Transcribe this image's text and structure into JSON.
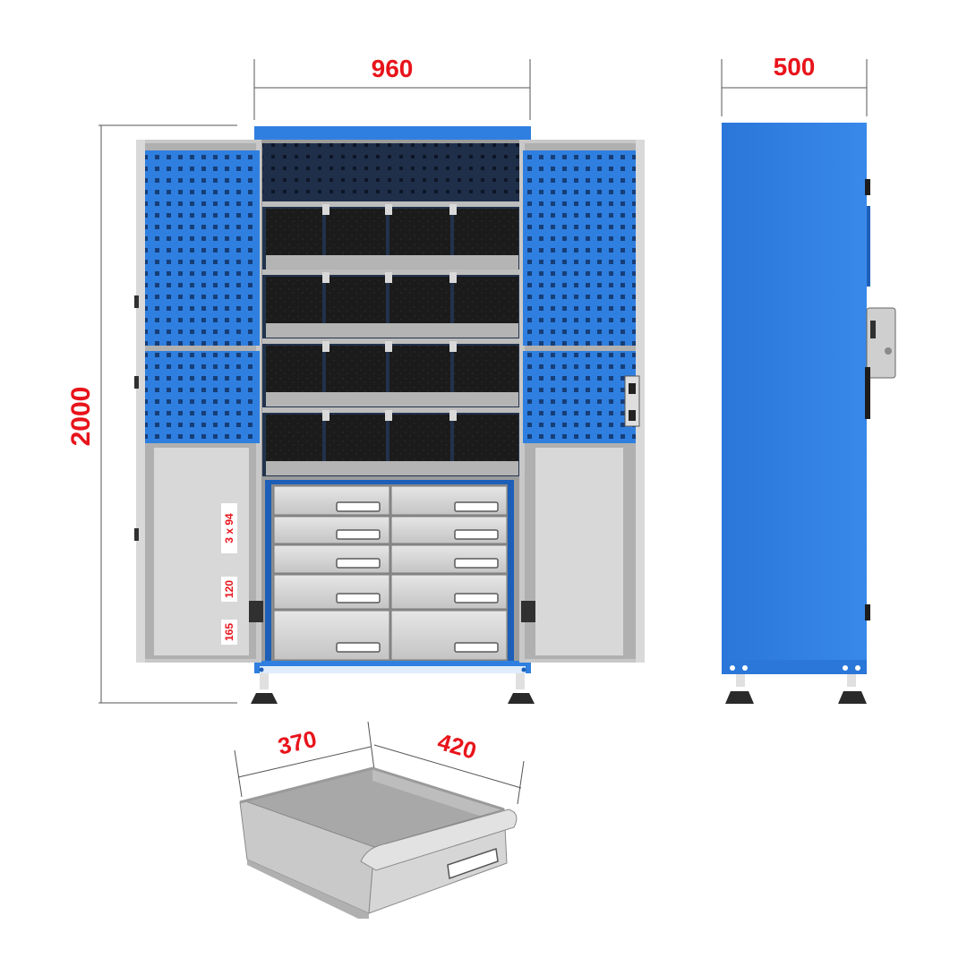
{
  "dimensions": {
    "front_width": "960",
    "side_depth": "500",
    "height": "2000",
    "drawer_width": "370",
    "drawer_depth": "420"
  },
  "drawer_heights": {
    "small": "3 x 94",
    "medium": "120",
    "large": "165"
  },
  "colors": {
    "accent_blue": "#2f7fe0",
    "dark_blue": "#1d5fb8",
    "panel_grey": "#c9c9c9",
    "light_grey": "#dedede",
    "bin_black": "#1d1d1d",
    "dimension_red": "#e8141b",
    "dimension_line": "#555555"
  },
  "icons": {
    "lock": "lock-icon",
    "hinge": "hinge-icon",
    "foot": "leveling-foot-icon",
    "handle": "drawer-handle-icon"
  }
}
